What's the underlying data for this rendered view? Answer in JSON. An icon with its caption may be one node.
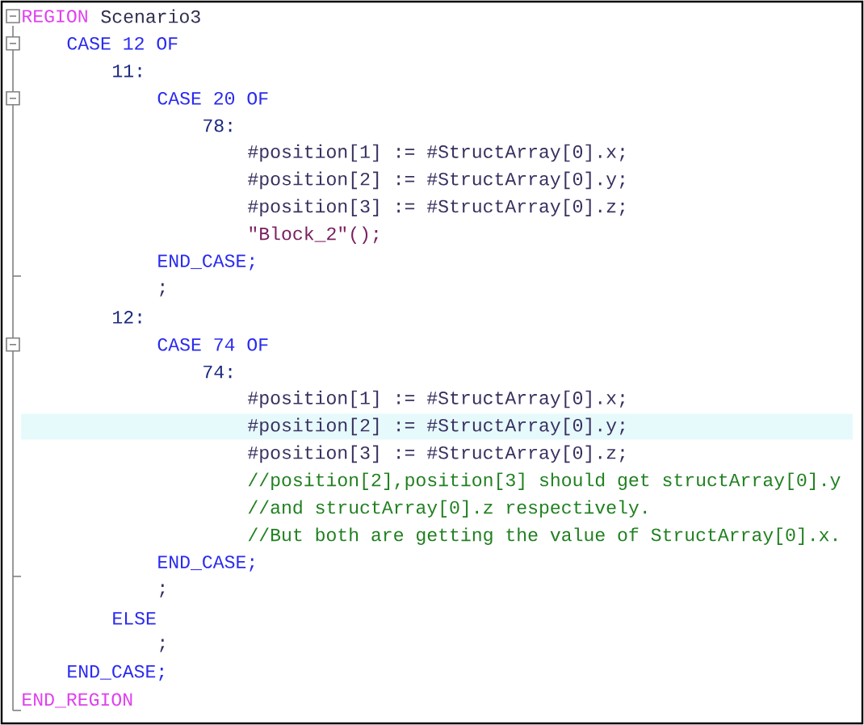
{
  "diagram": {
    "labels": [
      "REGION",
      "Scenario3",
      "CASE 12 OF",
      "11:",
      "CASE 20 OF",
      "78:",
      "#position[1] := #StructArray[0].x;",
      "#position[2] := #StructArray[0].y;",
      "#position[3] := #StructArray[0].z;",
      "\"Block_2\"();",
      "END_CASE;",
      ";",
      "12:",
      "CASE 74 OF",
      "74:",
      "#position[1] := #StructArray[0].x;",
      "#position[2] := #StructArray[0].y;",
      "#position[3] := #StructArray[0].z;",
      "//position[2],position[3] should get structArray[0].y",
      "//and structArray[0].z respectively.",
      "//But both are getting the value of StructArray[0].x.",
      "END_CASE;",
      ";",
      "ELSE",
      ";",
      "END_CASE;",
      "END_REGION"
    ]
  }
}
